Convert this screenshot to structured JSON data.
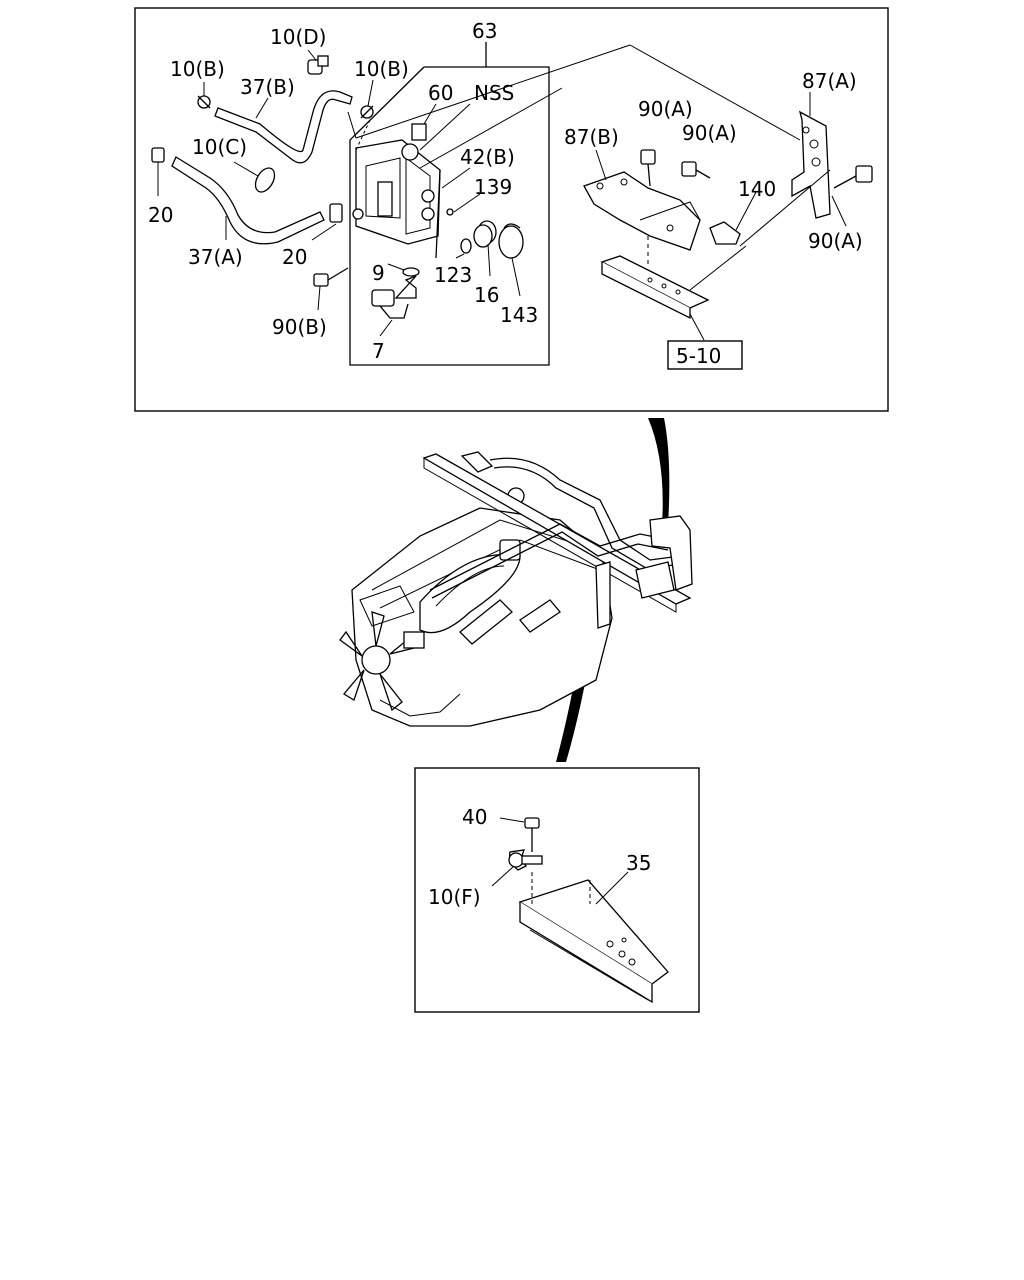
{
  "callouts": {
    "c63": "63",
    "c10d": "10(D)",
    "c10b_left": "10(B)",
    "c10b_right": "10(B)",
    "c37b": "37(B)",
    "c60": "60",
    "nss": "NSS",
    "c10c": "10(C)",
    "c42b": "42(B)",
    "c139": "139",
    "c20_left": "20",
    "c20_right": "20",
    "c37a": "37(A)",
    "c9": "9",
    "c123": "123",
    "c16": "16",
    "c143": "143",
    "c90b": "90(B)",
    "c7": "7",
    "c87b": "87(B)",
    "c90a_1": "90(A)",
    "c90a_2": "90(A)",
    "c87a": "87(A)",
    "c140": "140",
    "c90a_3": "90(A)",
    "ref510": "5-10",
    "c40": "40",
    "c35": "35",
    "c10f": "10(F)"
  }
}
